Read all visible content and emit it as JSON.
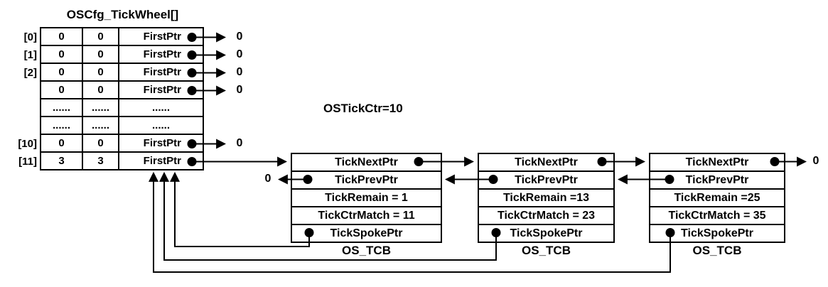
{
  "title": "OSCfg_TickWheel[]",
  "os_tick_ctr": "OSTickCtr=10",
  "wheel": {
    "rows": [
      {
        "label": "[0]",
        "c1": "0",
        "c2": "0",
        "c3": "FirstPtr",
        "ptr": "0"
      },
      {
        "label": "[1]",
        "c1": "0",
        "c2": "0",
        "c3": "FirstPtr",
        "ptr": "0"
      },
      {
        "label": "[2]",
        "c1": "0",
        "c2": "0",
        "c3": "FirstPtr",
        "ptr": "0"
      },
      {
        "label": "",
        "c1": "0",
        "c2": "0",
        "c3": "FirstPtr",
        "ptr": "0"
      },
      {
        "label": "",
        "c1": "......",
        "c2": "......",
        "c3": "......"
      },
      {
        "label": "",
        "c1": "......",
        "c2": "......",
        "c3": "......"
      },
      {
        "label": "[10]",
        "c1": "0",
        "c2": "0",
        "c3": "FirstPtr",
        "ptr": "0"
      },
      {
        "label": "[11]",
        "c1": "3",
        "c2": "3",
        "c3": "FirstPtr"
      }
    ]
  },
  "tcbs": [
    {
      "next": "TickNextPtr",
      "prev": "TickPrevPtr",
      "remain": "TickRemain = 1",
      "match": "TickCtrMatch = 11",
      "spoke": "TickSpokePtr",
      "type": "OS_TCB"
    },
    {
      "next": "TickNextPtr",
      "prev": "TickPrevPtr",
      "remain": "TickRemain =13",
      "match": "TickCtrMatch = 23",
      "spoke": "TickSpokePtr",
      "type": "OS_TCB"
    },
    {
      "next": "TickNextPtr",
      "prev": "TickPrevPtr",
      "remain": "TickRemain =25",
      "match": "TickCtrMatch = 35",
      "spoke": "TickSpokePtr",
      "type": "OS_TCB"
    }
  ],
  "nulls": {
    "tcb1_prev": "0",
    "tcb3_next": "0"
  }
}
